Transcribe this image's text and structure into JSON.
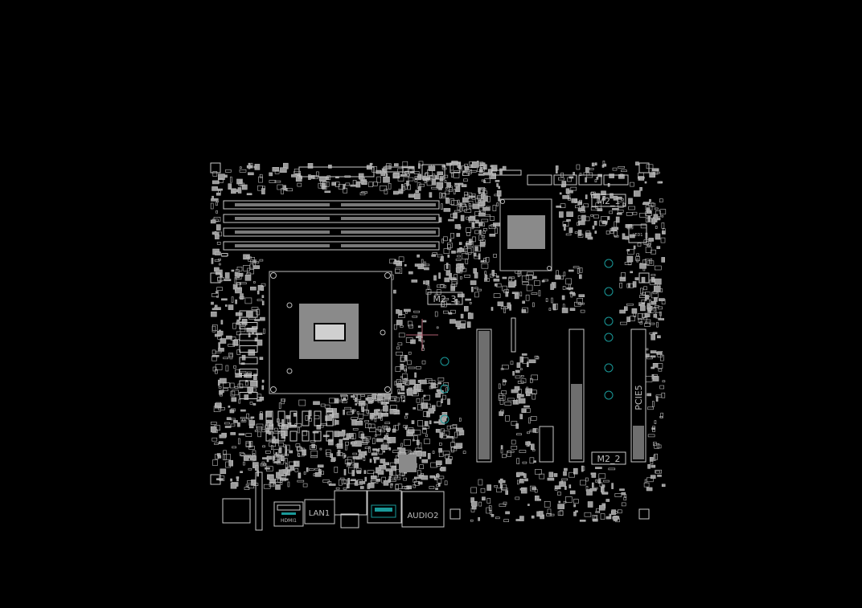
{
  "view": {
    "type": "pcb-boardview",
    "background": "#000000",
    "outline_color": "#c8c8c8",
    "highlight_color": "#1a9a9a",
    "cursor_color": "#b06070"
  },
  "labels": {
    "m2_1": "M2_1",
    "m2_2": "M2_2",
    "m2_3": "M2_3",
    "pcie5": "PCIE5",
    "hdmi": "HDMI1",
    "lan": "LAN1",
    "audio": "AUDIO2",
    "led": "LED1"
  }
}
